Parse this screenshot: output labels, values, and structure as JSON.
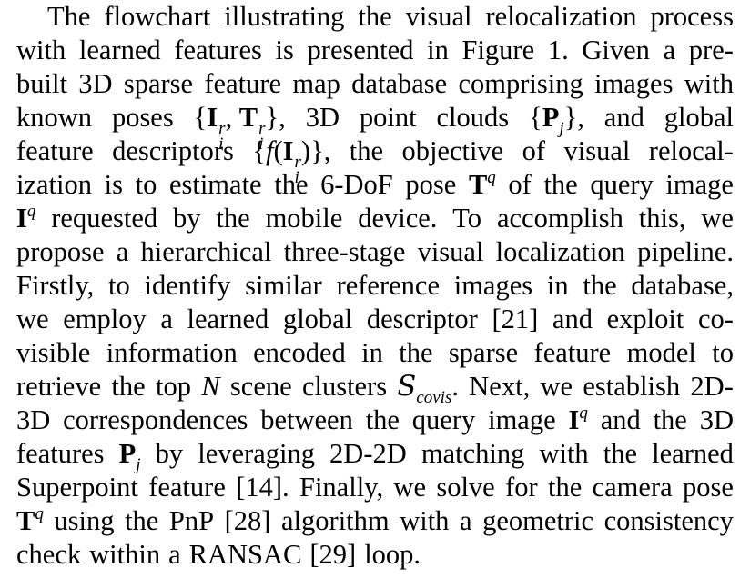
{
  "paragraph": {
    "lines": [
      [
        "The",
        "flowchart",
        "illustrating",
        "the",
        "visual",
        "relocalization",
        "process"
      ],
      [
        "with",
        "learned",
        "features",
        "is",
        "presented",
        "in",
        "Figure",
        "1.",
        "Given",
        "a",
        "pre-"
      ],
      [
        "built",
        "3D",
        "sparse",
        "feature",
        "map",
        "database",
        "comprising",
        "images",
        "with"
      ],
      [
        "known",
        "poses",
        "{I_i^r, T_i^r},",
        "3D",
        "point",
        "clouds",
        "{P_j},",
        "and",
        "global"
      ],
      [
        "feature",
        "descriptors",
        "{f(I_i^r)},",
        "the",
        "objective",
        "of",
        "visual",
        "relocal-"
      ],
      [
        "ization",
        "is",
        "to",
        "estimate",
        "the",
        "6-DoF",
        "pose",
        "T^q",
        "of",
        "the",
        "query",
        "image"
      ],
      [
        "I^q",
        "requested",
        "by",
        "the",
        "mobile",
        "device.",
        "To",
        "accomplish",
        "this,",
        "we"
      ],
      [
        "propose",
        "a",
        "hierarchical",
        "three-stage",
        "visual",
        "localization",
        "pipeline."
      ],
      [
        "Firstly,",
        "to",
        "identify",
        "similar",
        "reference",
        "images",
        "in",
        "the",
        "database,"
      ],
      [
        "we",
        "employ",
        "a",
        "learned",
        "global",
        "descriptor",
        "[21]",
        "and",
        "exploit",
        "co-"
      ],
      [
        "visible",
        "information",
        "encoded",
        "in",
        "the",
        "sparse",
        "feature",
        "model",
        "to"
      ],
      [
        "retrieve",
        "the",
        "top",
        "N",
        "scene",
        "clusters",
        "S_covis.",
        "Next,",
        "we",
        "establish",
        "2D-"
      ],
      [
        "3D",
        "correspondences",
        "between",
        "the",
        "query",
        "image",
        "I^q",
        "and",
        "the",
        "3D"
      ],
      [
        "features",
        "P_j",
        "by",
        "leveraging",
        "2D-2D",
        "matching",
        "with",
        "the",
        "learned"
      ],
      [
        "Superpoint",
        "feature",
        "[14].",
        "Finally,",
        "we",
        "solve",
        "for",
        "the",
        "camera",
        "pose"
      ],
      [
        "T^q",
        "using",
        "the",
        "PnP",
        "[28]",
        "algorithm",
        "with",
        "a",
        "geometric",
        "consistency"
      ],
      [
        "check",
        "within",
        "a",
        "RANSAC",
        "[29]",
        "loop."
      ]
    ]
  }
}
